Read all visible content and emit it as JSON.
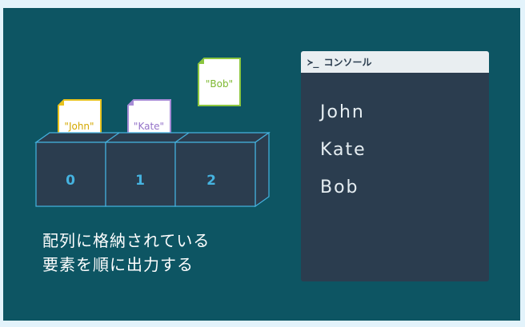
{
  "array_diagram": {
    "index_labels": [
      "0",
      "1",
      "2"
    ],
    "cards": [
      "\"John\"",
      "\"Kate\"",
      "\"Bob\""
    ],
    "card_colors": [
      "#e8c21d",
      "#a78bd6",
      "#8cc63f"
    ],
    "box_stroke": "#45b3e0",
    "index_color": "#45b3e0"
  },
  "caption": {
    "line1": "配列に格納されている",
    "line2": "要素を順に出力する"
  },
  "console": {
    "prompt_icon": "terminal-icon",
    "prompt_symbol": "≻_",
    "title": "コンソール",
    "output": [
      "John",
      "Kate",
      "Bob"
    ]
  }
}
